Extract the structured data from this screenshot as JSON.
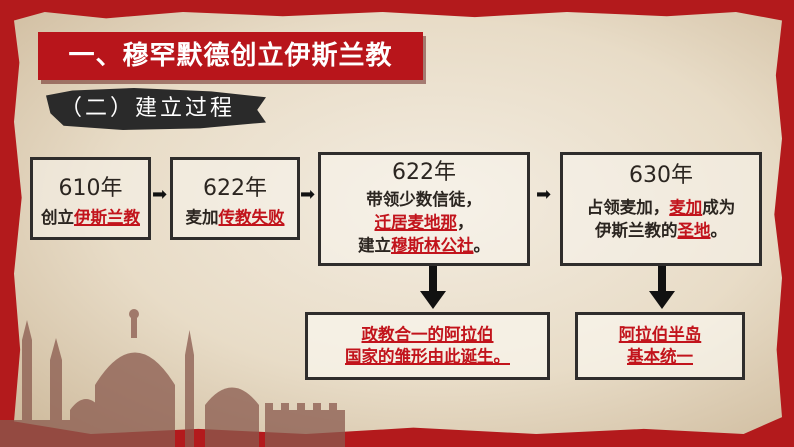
{
  "title": "一、穆罕默德创立伊斯兰教",
  "subtitle": "（二）建立过程",
  "steps": [
    {
      "year": "610年",
      "pre": "创立",
      "hl": "伊斯兰教"
    },
    {
      "year": "622年",
      "pre": "麦加",
      "hl": "传教失败"
    },
    {
      "year": "622年",
      "l1": "带领少数信徒，",
      "l2_hl": "迁居麦地那",
      "l2_post": "，",
      "l3_pre": "建立",
      "l3_hl": "穆斯林公社",
      "l3_post": "。"
    },
    {
      "year": "630年",
      "l1_pre": "占领麦加，",
      "l1_hl": "麦加",
      "l1_post": "成为",
      "l2_pre": "伊斯兰教的",
      "l2_hl": "圣地",
      "l2_post": "。"
    }
  ],
  "results": [
    {
      "l1": "政教合一的阿拉伯",
      "l2": "国家的雏形由此诞生。"
    },
    {
      "l1": "阿拉伯半岛",
      "l2": "基本统一"
    }
  ],
  "arrow_glyph": "➡",
  "colors": {
    "accent": "#c2141c",
    "banner": "#b8151b",
    "paper": "#efe6d6"
  }
}
